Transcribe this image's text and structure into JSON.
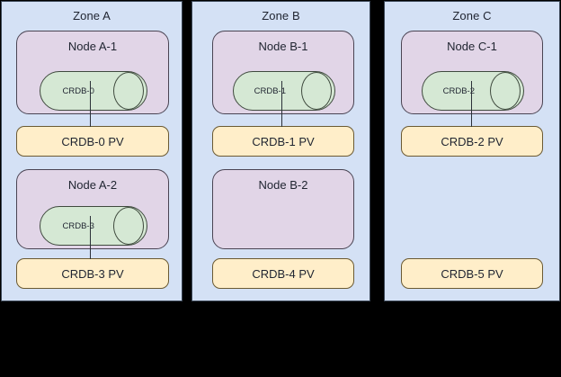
{
  "diagram": {
    "title": "CockroachDB multi-zone node and persistent volume layout",
    "colors": {
      "zone_fill": "#d4e1f5",
      "zone_stroke": "#3c4858",
      "node_fill": "#e1d5e7",
      "node_stroke": "#4a4453",
      "pod_fill": "#d5e8d4",
      "pod_stroke": "#3f4a3e",
      "pv_fill": "#ffeec9",
      "pv_stroke": "#6b5a33",
      "background": "#000000",
      "text": "#1f2430"
    },
    "zones": [
      {
        "id": "zone-a",
        "label": "Zone A",
        "nodes": [
          {
            "id": "node-a-1",
            "label": "Node A-1",
            "pod": {
              "id": "crdb-0",
              "label": "CRDB-0"
            },
            "connected": true
          },
          {
            "id": "node-a-2",
            "label": "Node A-2",
            "pod": {
              "id": "crdb-3",
              "label": "CRDB-3"
            },
            "connected": true
          }
        ],
        "volumes": [
          {
            "id": "crdb-0-pv",
            "label": "CRDB-0 PV"
          },
          {
            "id": "crdb-3-pv",
            "label": "CRDB-3 PV"
          }
        ]
      },
      {
        "id": "zone-b",
        "label": "Zone B",
        "nodes": [
          {
            "id": "node-b-1",
            "label": "Node B-1",
            "pod": {
              "id": "crdb-1",
              "label": "CRDB-1"
            },
            "connected": true
          },
          {
            "id": "node-b-2",
            "label": "Node B-2",
            "pod": null,
            "connected": false
          }
        ],
        "volumes": [
          {
            "id": "crdb-1-pv",
            "label": "CRDB-1 PV"
          },
          {
            "id": "crdb-4-pv",
            "label": "CRDB-4 PV"
          }
        ]
      },
      {
        "id": "zone-c",
        "label": "Zone C",
        "nodes": [
          {
            "id": "node-c-1",
            "label": "Node C-1",
            "pod": {
              "id": "crdb-2",
              "label": "CRDB-2"
            },
            "connected": true
          }
        ],
        "volumes": [
          {
            "id": "crdb-2-pv",
            "label": "CRDB-2 PV"
          },
          {
            "id": "crdb-5-pv",
            "label": "CRDB-5 PV"
          }
        ]
      }
    ]
  }
}
